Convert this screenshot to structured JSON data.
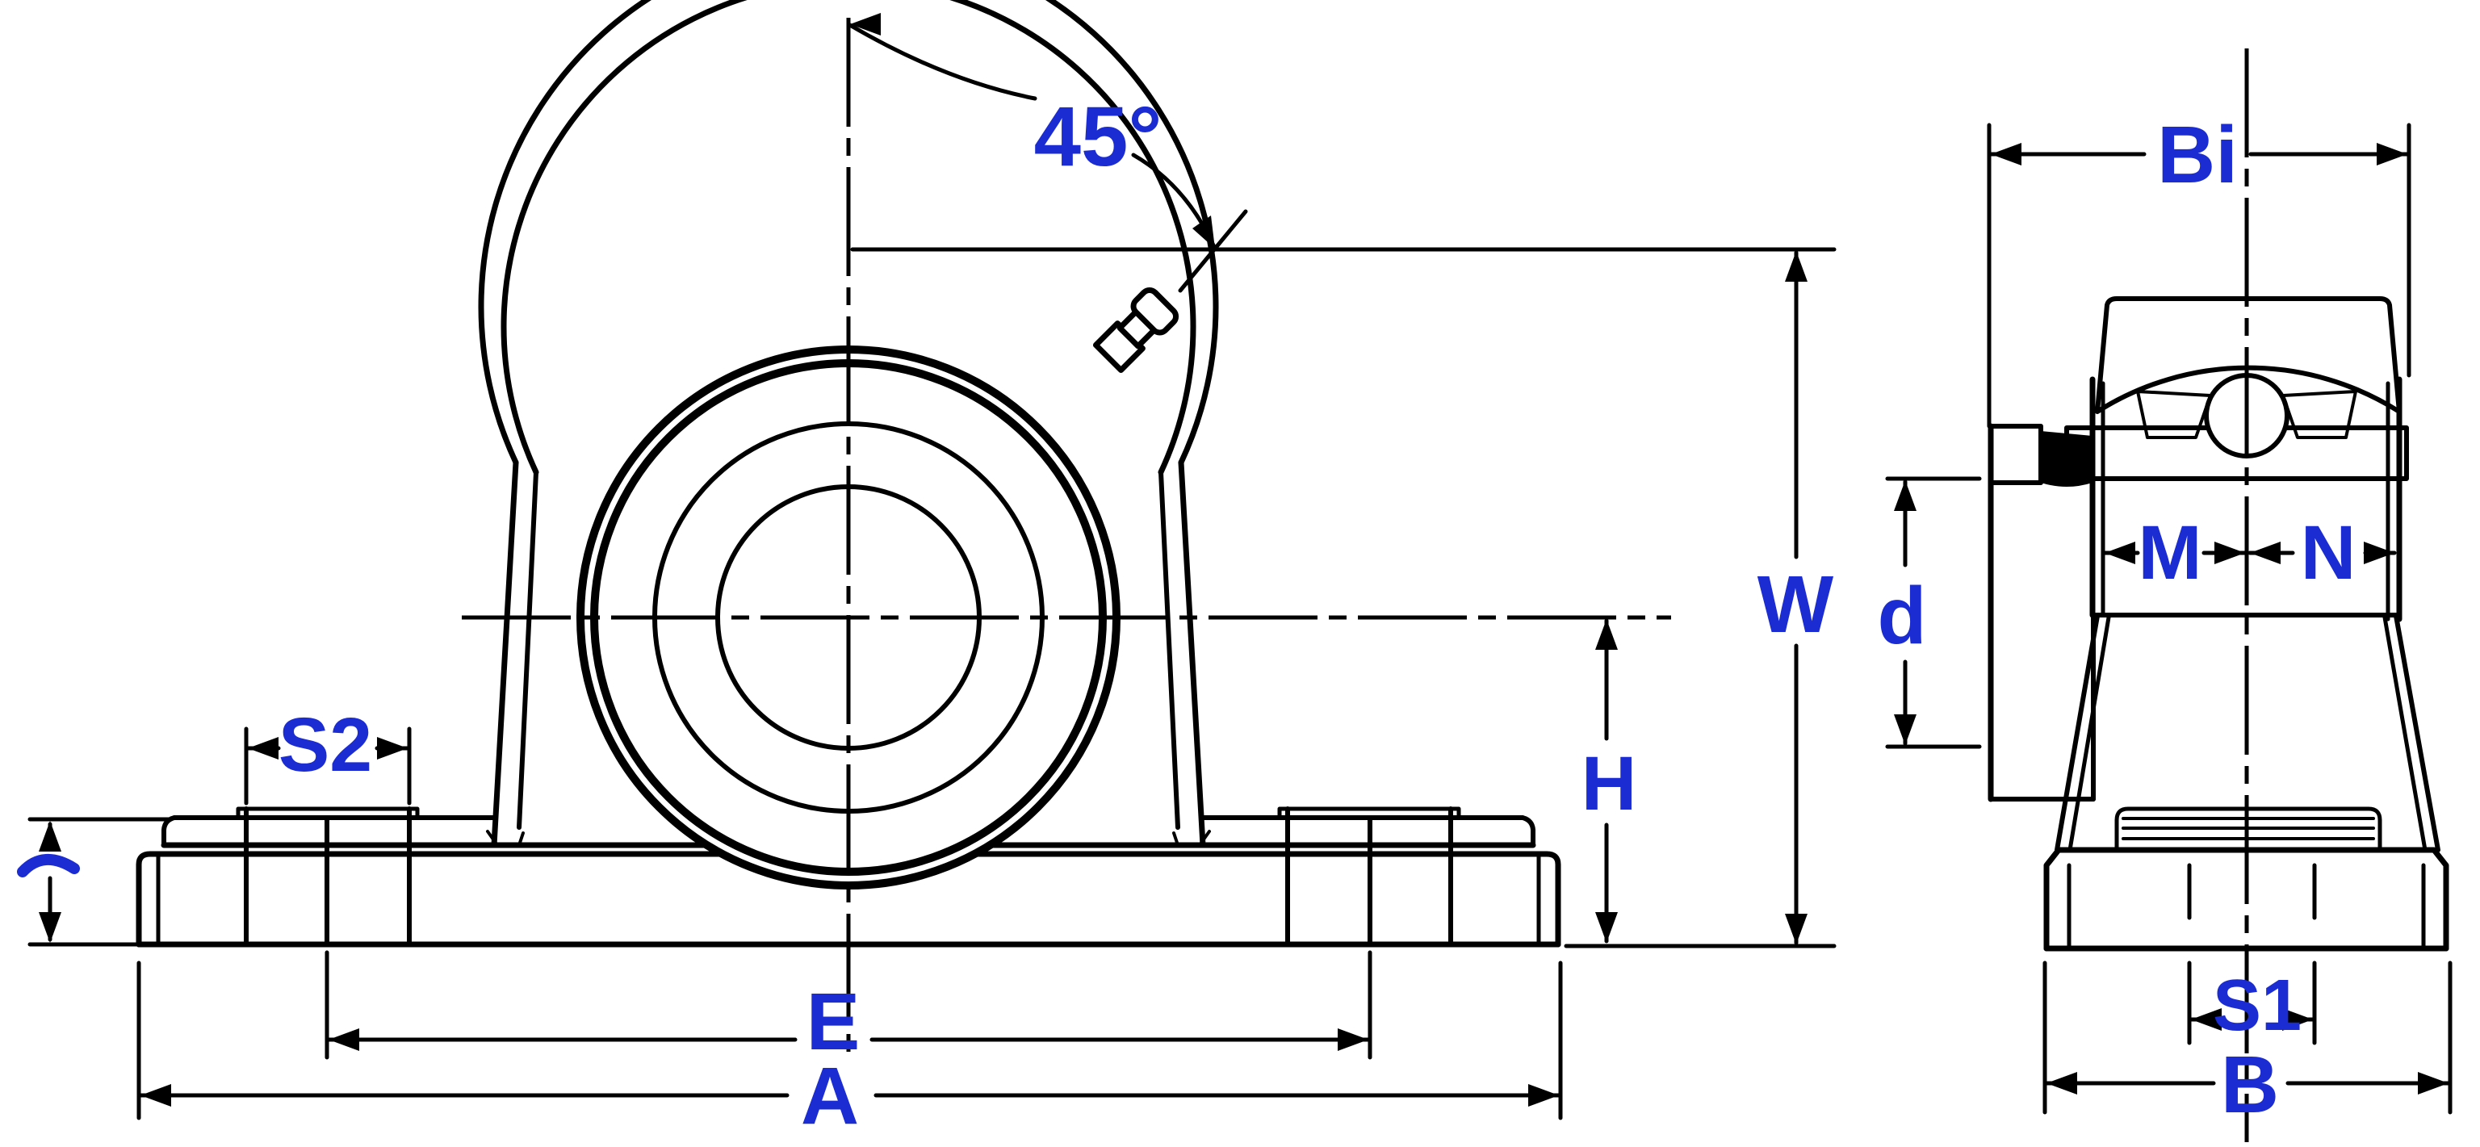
{
  "drawing": {
    "kind": "bearing-dimension-diagram",
    "colors": {
      "line": "#000000",
      "label": "#1b2cd3",
      "background": "#ffffff"
    },
    "labels": {
      "angle": "45°",
      "bi": "Bi",
      "w": "W",
      "d": "d",
      "m": "M",
      "n": "N",
      "h": "H",
      "s2": "S2",
      "s1": "S1",
      "e": "E",
      "a": "A",
      "b": "B"
    }
  }
}
